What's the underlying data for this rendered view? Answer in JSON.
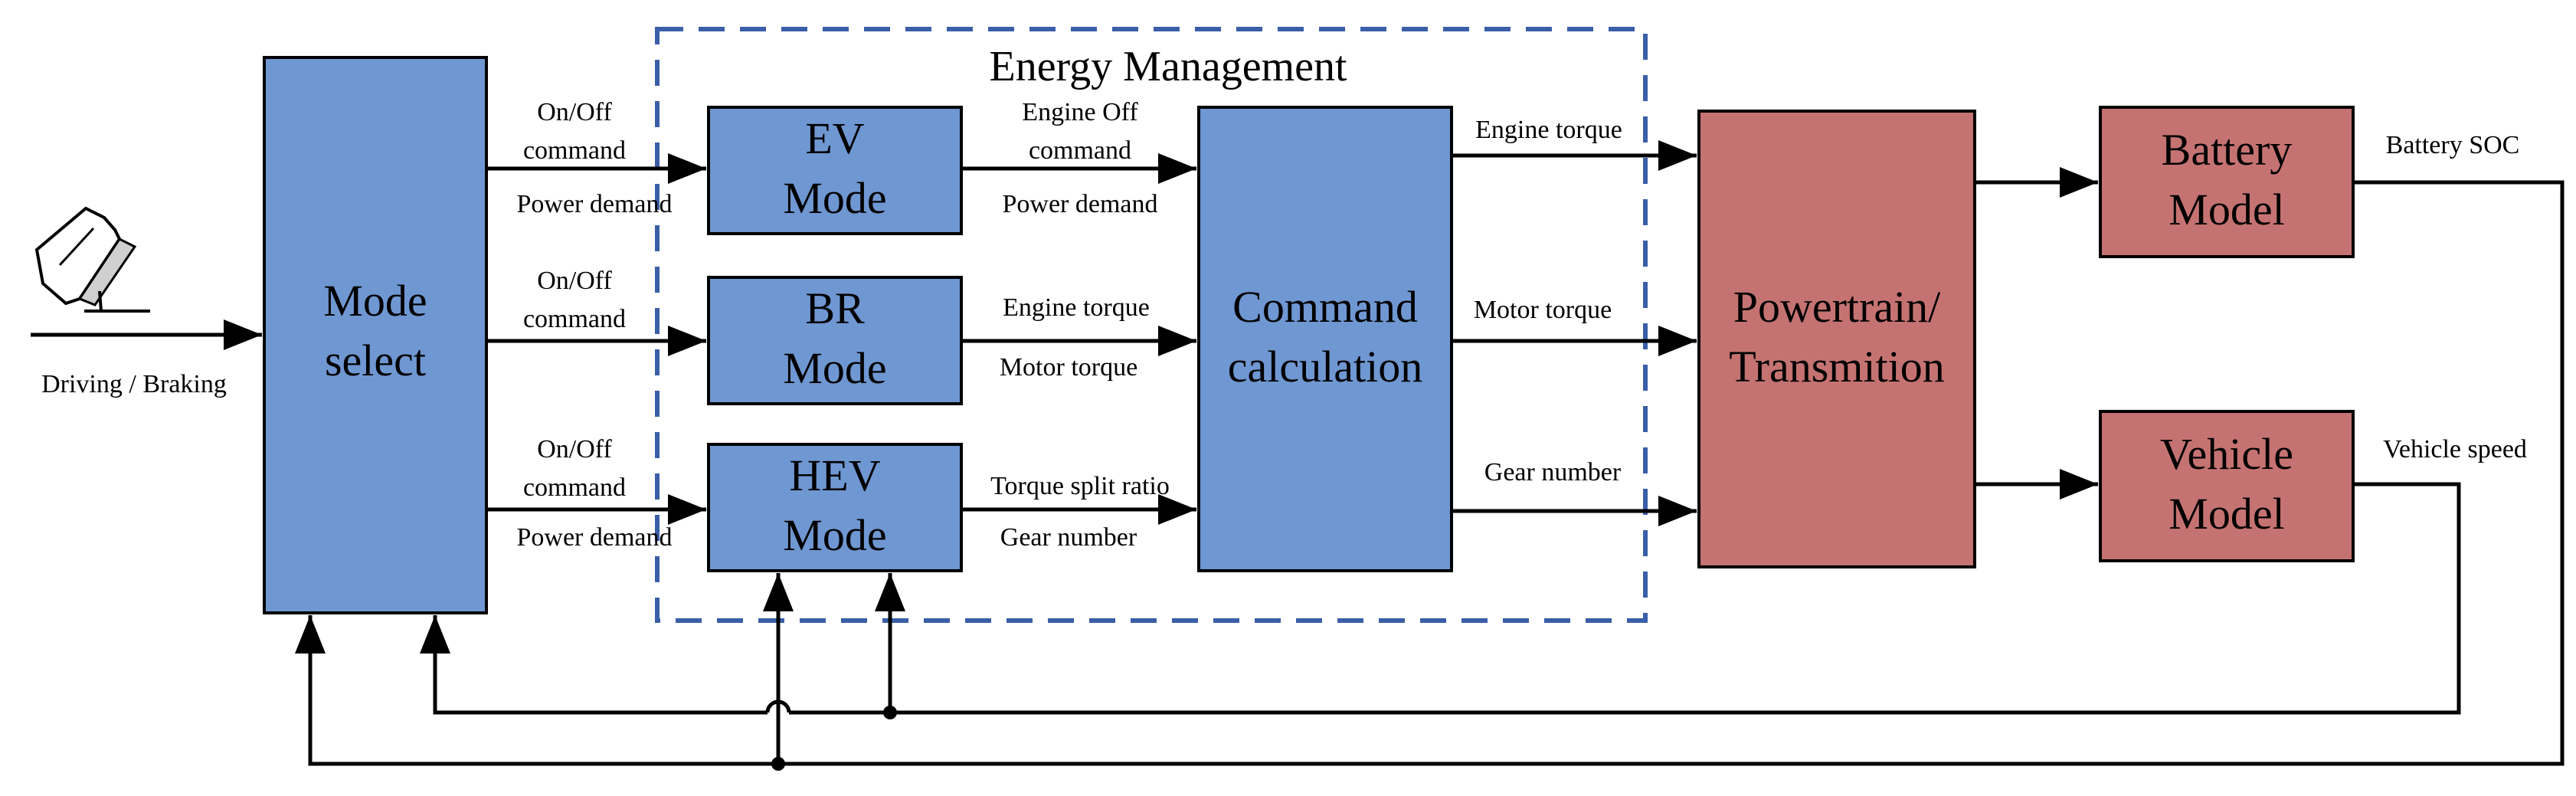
{
  "title": "Energy Management",
  "blocks": {
    "mode_select": [
      "Mode",
      "select"
    ],
    "ev_mode": [
      "EV",
      "Mode"
    ],
    "br_mode": [
      "BR",
      "Mode"
    ],
    "hev_mode": [
      "HEV",
      "Mode"
    ],
    "command_calc": [
      "Command",
      "calculation"
    ],
    "powertrain": [
      "Powertrain/",
      "Transmition"
    ],
    "battery_model": [
      "Battery",
      "Model"
    ],
    "vehicle_model": [
      "Vehicle",
      "Model"
    ]
  },
  "signals": {
    "driving_braking": "Driving / Braking",
    "onoff_1": "On/Off",
    "command_1": "command",
    "power_demand_1": "Power demand",
    "onoff_2": "On/Off",
    "command_2": "command",
    "onoff_3": "On/Off",
    "command_3": "command",
    "power_demand_3": "Power demand",
    "engine_off": "Engine Off",
    "engine_off_command": "command",
    "power_demand_ev": "Power demand",
    "engine_torque_br": "Engine torque",
    "motor_torque_br": "Motor torque",
    "torque_split": "Torque split ratio",
    "gear_number_hev": "Gear number",
    "engine_torque_out": "Engine torque",
    "motor_torque_out": "Motor torque",
    "gear_number_out": "Gear number",
    "battery_soc": "Battery SOC",
    "vehicle_speed": "Vehicle speed"
  },
  "icons": {
    "pedal": "pedal-icon"
  }
}
